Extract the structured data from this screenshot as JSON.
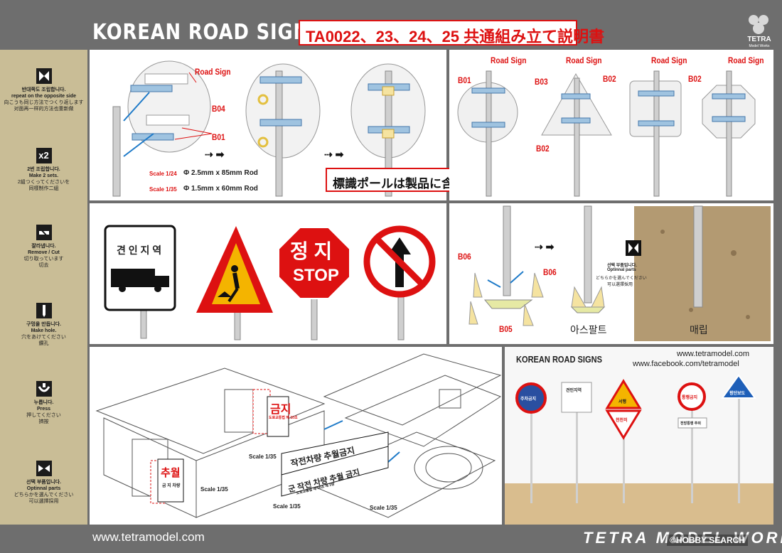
{
  "header": {
    "title": "KOREAN  ROAD  SIGNS",
    "subtitle": "TA0022、23、24、25 共通組み立て説明書",
    "logo_text_1": "TETRA",
    "logo_text_2": "Model Works"
  },
  "sidebar": {
    "items": [
      {
        "icon": "mirror-icon",
        "lines": [
          "반대쪽도 조립합니다.",
          "repeat on the opposite side",
          "向こうも同じ方法でつくり返します",
          "对面再一样的方法也重新做"
        ]
      },
      {
        "icon": "x2-icon",
        "icon_text": "x2",
        "lines": [
          "2번 조립합니다.",
          "Make  2 sets.",
          "2組つくってくださいを",
          "同樣制作二組"
        ]
      },
      {
        "icon": "cut-icon",
        "lines": [
          "잘라냅니다.",
          "Remove / Cut",
          "切り取っています",
          "切去"
        ]
      },
      {
        "icon": "drill-icon",
        "lines": [
          "구멍을 만듭니다.",
          "Make hole.",
          "穴をあけてください",
          "鑽孔"
        ]
      },
      {
        "icon": "press-icon",
        "lines": [
          "누릅니다.",
          "Press",
          "押してください",
          "擠按"
        ]
      },
      {
        "icon": "option-icon",
        "lines": [
          "선택 부품입니다.",
          "Optinnal parts",
          "どちらかを選んでください",
          "可以選擇採用"
        ]
      }
    ]
  },
  "panel1": {
    "road_sign": "Road Sign",
    "b04": "B04",
    "b01": "B01",
    "scale_124": "Scale 1/24",
    "rod_124": "Φ 2.5mm x 85mm  Rod",
    "scale_135": "Scale 1/35",
    "rod_135": "Φ 1.5mm x 60mm  Rod"
  },
  "notice": "標識ポールは製品に含まれておりません。",
  "panel2": {
    "labels": [
      "Road Sign",
      "Road Sign",
      "Road Sign",
      "Road Sign"
    ],
    "b01": "B01",
    "b03": "B03",
    "b02a": "B02",
    "b02b": "B02",
    "b02c": "B02"
  },
  "panel3": {
    "tow_text": "견 인 지 역",
    "stop_ko": "정 지",
    "stop_en": "STOP"
  },
  "panel4": {
    "b06a": "B06",
    "b06b": "B06",
    "b05": "B05",
    "asphalt": "아스팔트",
    "buried": "매립",
    "opt_lines": [
      "선택  부품입니다.",
      "Optinnal parts",
      "どちらかを選んでください",
      "可以選擇採用"
    ]
  },
  "panel5": {
    "scale_labels": [
      "Scale 1/35",
      "Scale 1/35",
      "Scale 1/35",
      "Scale 1/35"
    ],
    "sign_prohibit": "금지",
    "sign_prohibit_sub": "도로교통법 제 10조",
    "sign_overtake": "추월",
    "sign_overtake_sub": "금 지 차량",
    "banner_top": "작전차량  추월금지",
    "banner_bottom": "군 작전 차량 추월 금지",
    "banner_bottom_sub": "도로교통법 제 00조 제 3항"
  },
  "panel6": {
    "title": "KOREAN  ROAD  SIGNS",
    "url1": "www.tetramodel.com",
    "url2": "www.facebook.com/tetramodel",
    "sign_texts": [
      "주차금지",
      "견인지역",
      "서행",
      "천천히",
      "통행금지",
      "전방통행 주의",
      "횡단보도"
    ]
  },
  "footer": {
    "url": "www.tetramodel.com",
    "brand": "TETRA MODEL WORKS",
    "badge": "©HOBBY SEARCH"
  },
  "colors": {
    "frame": "#6e6e6e",
    "sidebar": "#c9bd96",
    "accent_red": "#d11",
    "part_blue": "#9fc3e0",
    "arrow_blue": "#1e7ac8",
    "sign_yellow": "#f4b400"
  }
}
